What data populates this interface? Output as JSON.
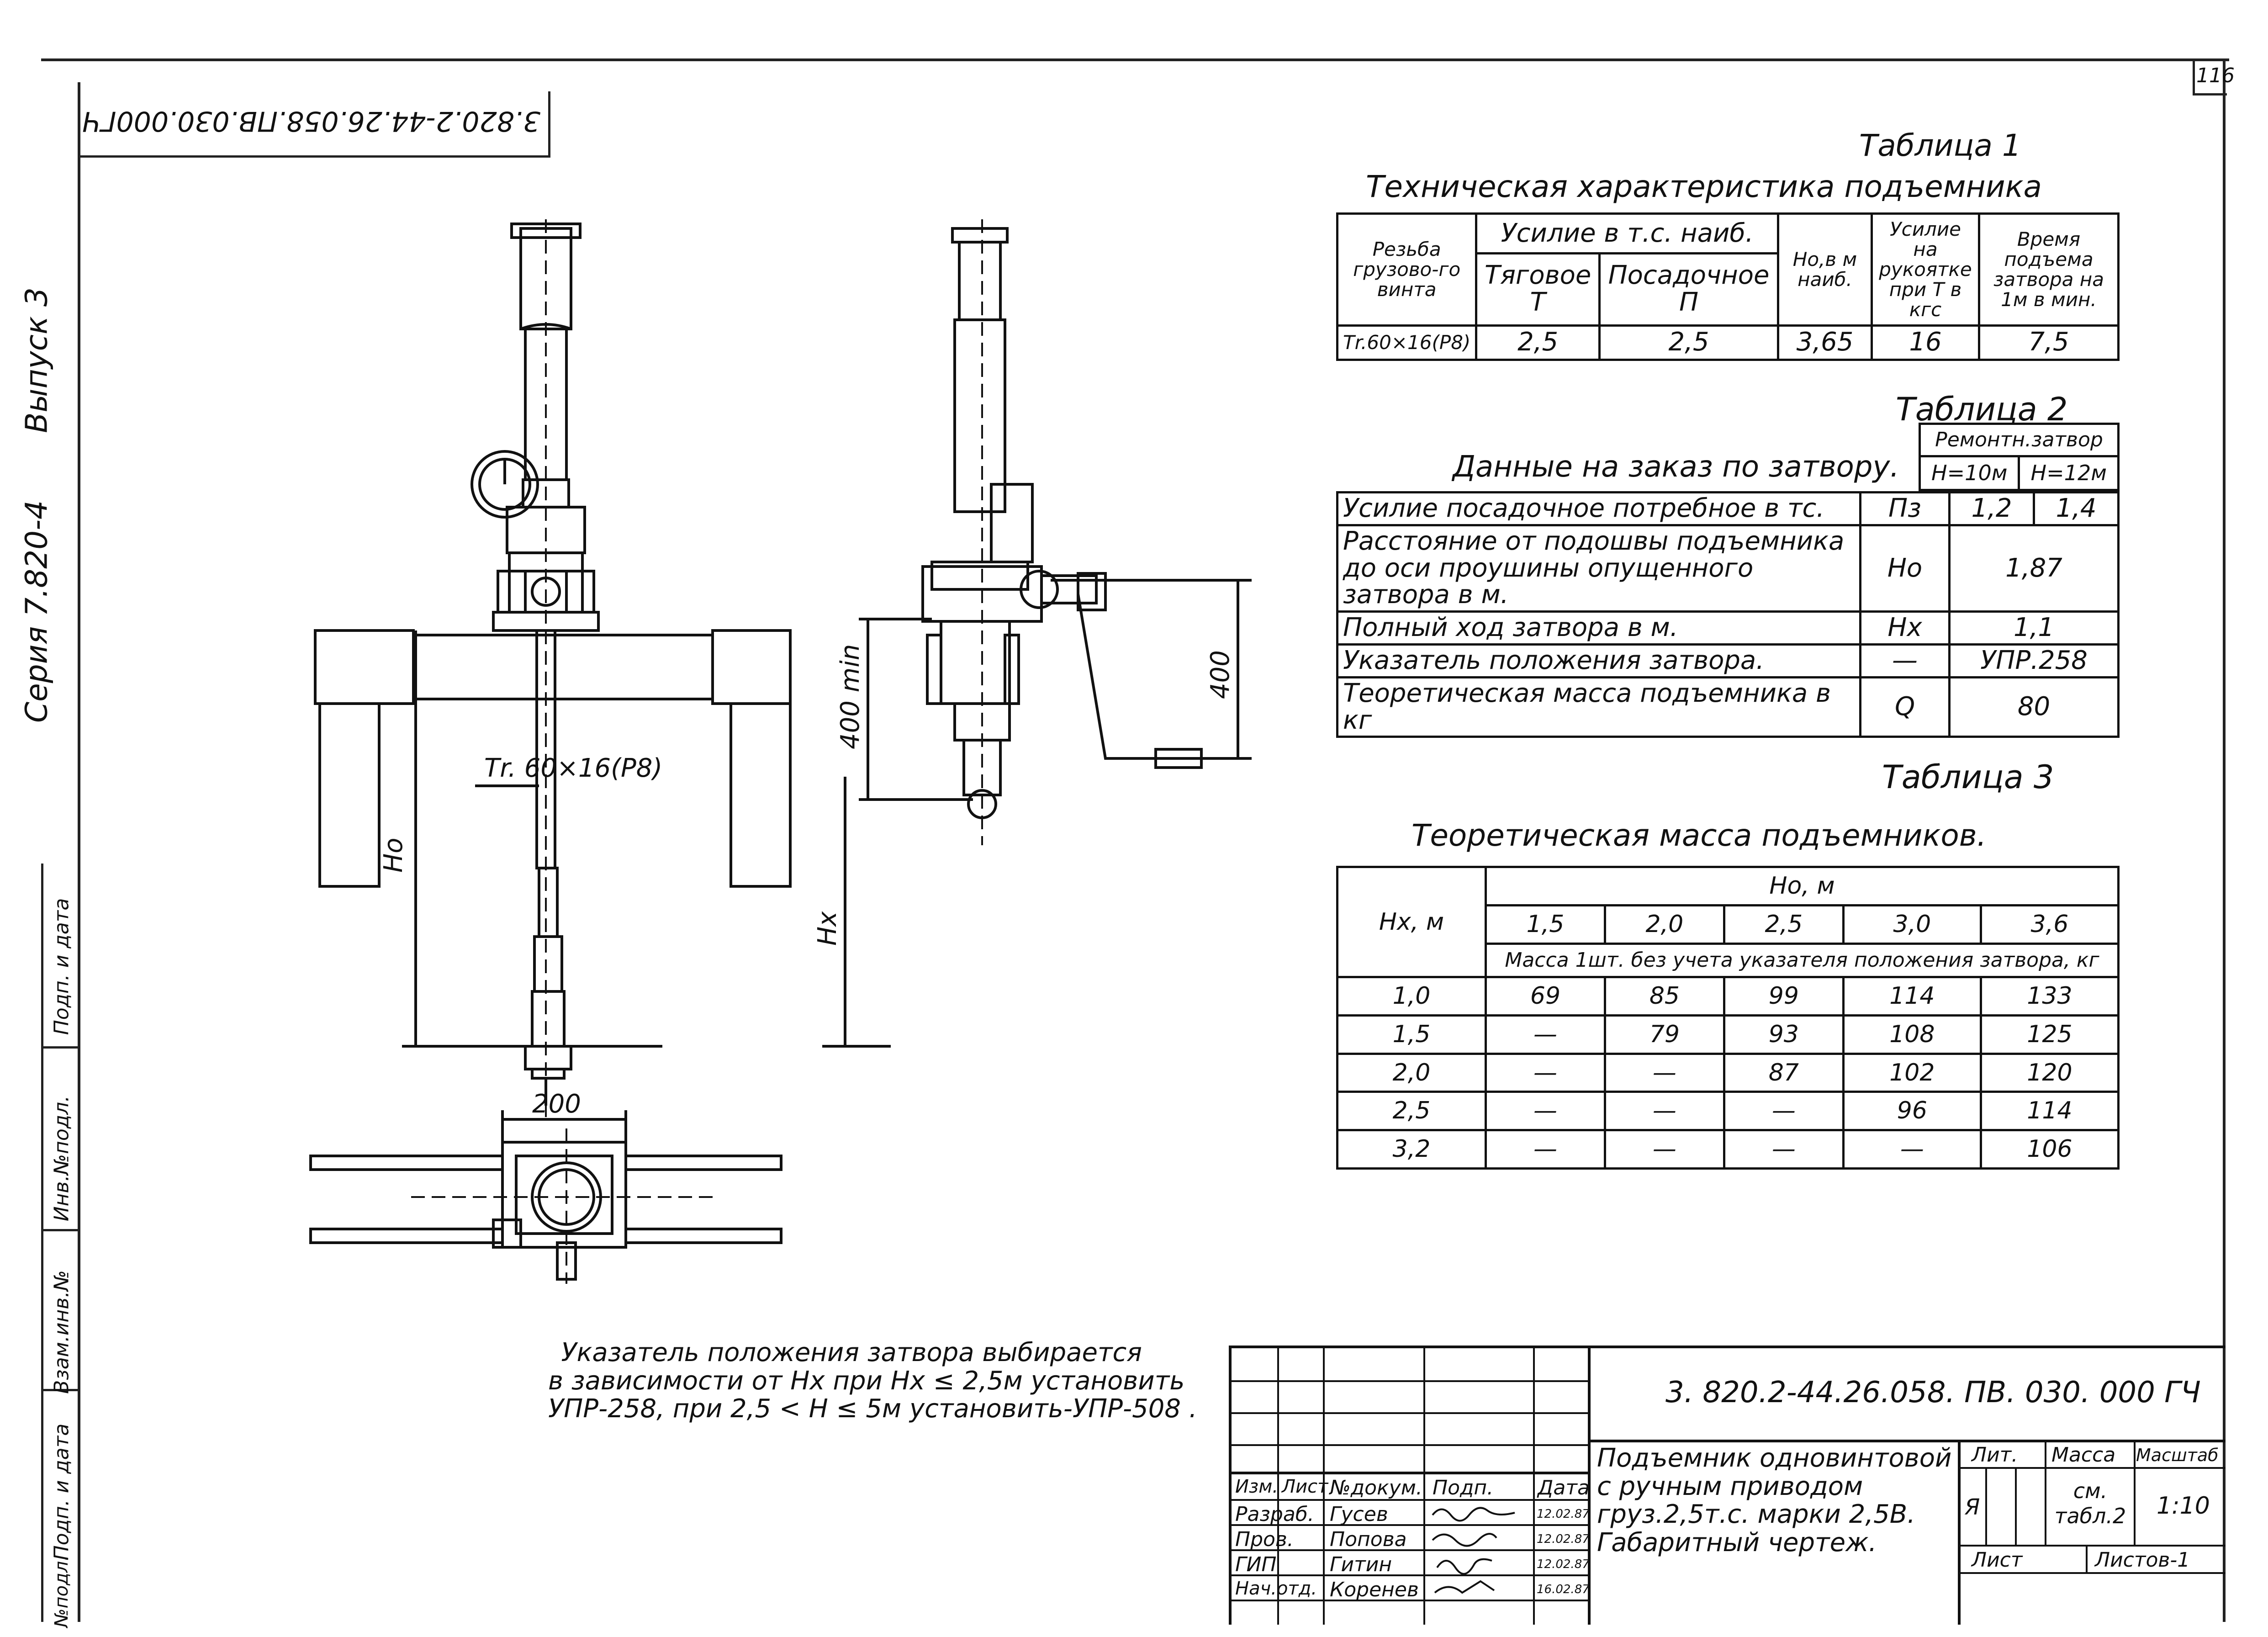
{
  "sheet": {
    "page_number": "116",
    "mirrored_code": "3.820.2-44.26.058.ПВ.030.000ГЧ",
    "series": "Серия 7.820-4",
    "issue": "Выпуск 3",
    "side_stamp": [
      "Взам.инв.№",
      "Инв.№подл.",
      "Подп. и дата",
      "Подп. и дата",
      "№подл."
    ]
  },
  "drawing": {
    "thread_label": "Тr. 60×16(Р8)",
    "dim_ho": "Но",
    "dim_hx": "Нх",
    "dim_400min": "400 min",
    "dim_400": "400",
    "dim_200": "200"
  },
  "table1": {
    "caption": "Таблица 1",
    "title": "Техническая характеристика подъемника",
    "head_thread": "Резьба грузово-го винта",
    "head_force": "Усилие в т.с. наиб.",
    "head_traction": "Тяговое Т",
    "head_seating": "Посадочное П",
    "head_ho": "Но,в м наиб.",
    "head_handle": "Усилие на рукоятке при Т в кгс",
    "head_time": "Время подъема затвора на 1м в мин.",
    "row": [
      "Тr.60×16(Р8)",
      "2,5",
      "2,5",
      "3,65",
      "16",
      "7,5"
    ]
  },
  "table2": {
    "caption": "Таблица 2",
    "title": "Данные на заказ по затвору.",
    "head_gate": "Ремонтн.затвор",
    "head_h10": "Н=10м",
    "head_h12": "Н=12м",
    "rows": [
      {
        "label": "Усилие посадочное потребное в тс.",
        "sym": "Пз",
        "v1": "1,2",
        "v2": "1,4"
      },
      {
        "label": "Расстояние от подошвы подъемника до оси проушины опущенного затвора в м.",
        "sym": "Но",
        "v": "1,87"
      },
      {
        "label": "Полный ход затвора в м.",
        "sym": "Нх",
        "v": "1,1"
      },
      {
        "label": "Указатель положения затвора.",
        "sym": "—",
        "v": "УПР.258"
      },
      {
        "label": "Теоретическая масса подъемника в кг",
        "sym": "Q",
        "v": "80"
      }
    ]
  },
  "table3": {
    "caption": "Таблица 3",
    "title": "Теоретическая масса подъемников.",
    "head_hx": "Нх, м",
    "head_ho": "Но, м",
    "ho_values": [
      "1,5",
      "2,0",
      "2,5",
      "3,0",
      "3,6"
    ],
    "subhead": "Масса 1шт. без учета указателя положения затвора, кг",
    "rows": [
      [
        "1,0",
        "69",
        "85",
        "99",
        "114",
        "133"
      ],
      [
        "1,5",
        "—",
        "79",
        "93",
        "108",
        "125"
      ],
      [
        "2,0",
        "—",
        "—",
        "87",
        "102",
        "120"
      ],
      [
        "2,5",
        "—",
        "—",
        "—",
        "96",
        "114"
      ],
      [
        "3,2",
        "—",
        "—",
        "—",
        "—",
        "106"
      ]
    ]
  },
  "note": [
    "Указатель положения затвора выбирается",
    "в зависимости от Нх при Нх ≤ 2,5м установить",
    "УПР-258, при 2,5 < Н ≤ 5м установить-УПР-508 ."
  ],
  "title_block": {
    "code": "3. 820.2-44.26.058. ПВ. 030. 000 ГЧ",
    "name": [
      "Подъемник одновинтовой",
      "с ручным приводом",
      "груз.2,5т.с. марки 2,5В.",
      "Габаритный чертеж."
    ],
    "h_izm": "Изм.",
    "h_list": "Лист",
    "h_doc": "№докум.",
    "h_sign": "Подп.",
    "h_date": "Дата",
    "staff": [
      {
        "role": "Разраб.",
        "name": "Гусев",
        "date": "12.02.87"
      },
      {
        "role": "Пров.",
        "name": "Попова",
        "date": "12.02.87"
      },
      {
        "role": "ГИП",
        "name": "Гитин",
        "date": "12.02.87"
      },
      {
        "role": "Нач.отд.",
        "name": "Коренев",
        "date": "16.02.87"
      }
    ],
    "lit_label": "Лит.",
    "mass_label": "Масса",
    "scale_label": "Масштаб",
    "lit_value": "Я",
    "mass_value": "см. табл.2",
    "scale_value": "1:10",
    "sheet_label": "Лист",
    "sheets_label": "Листов-1"
  }
}
